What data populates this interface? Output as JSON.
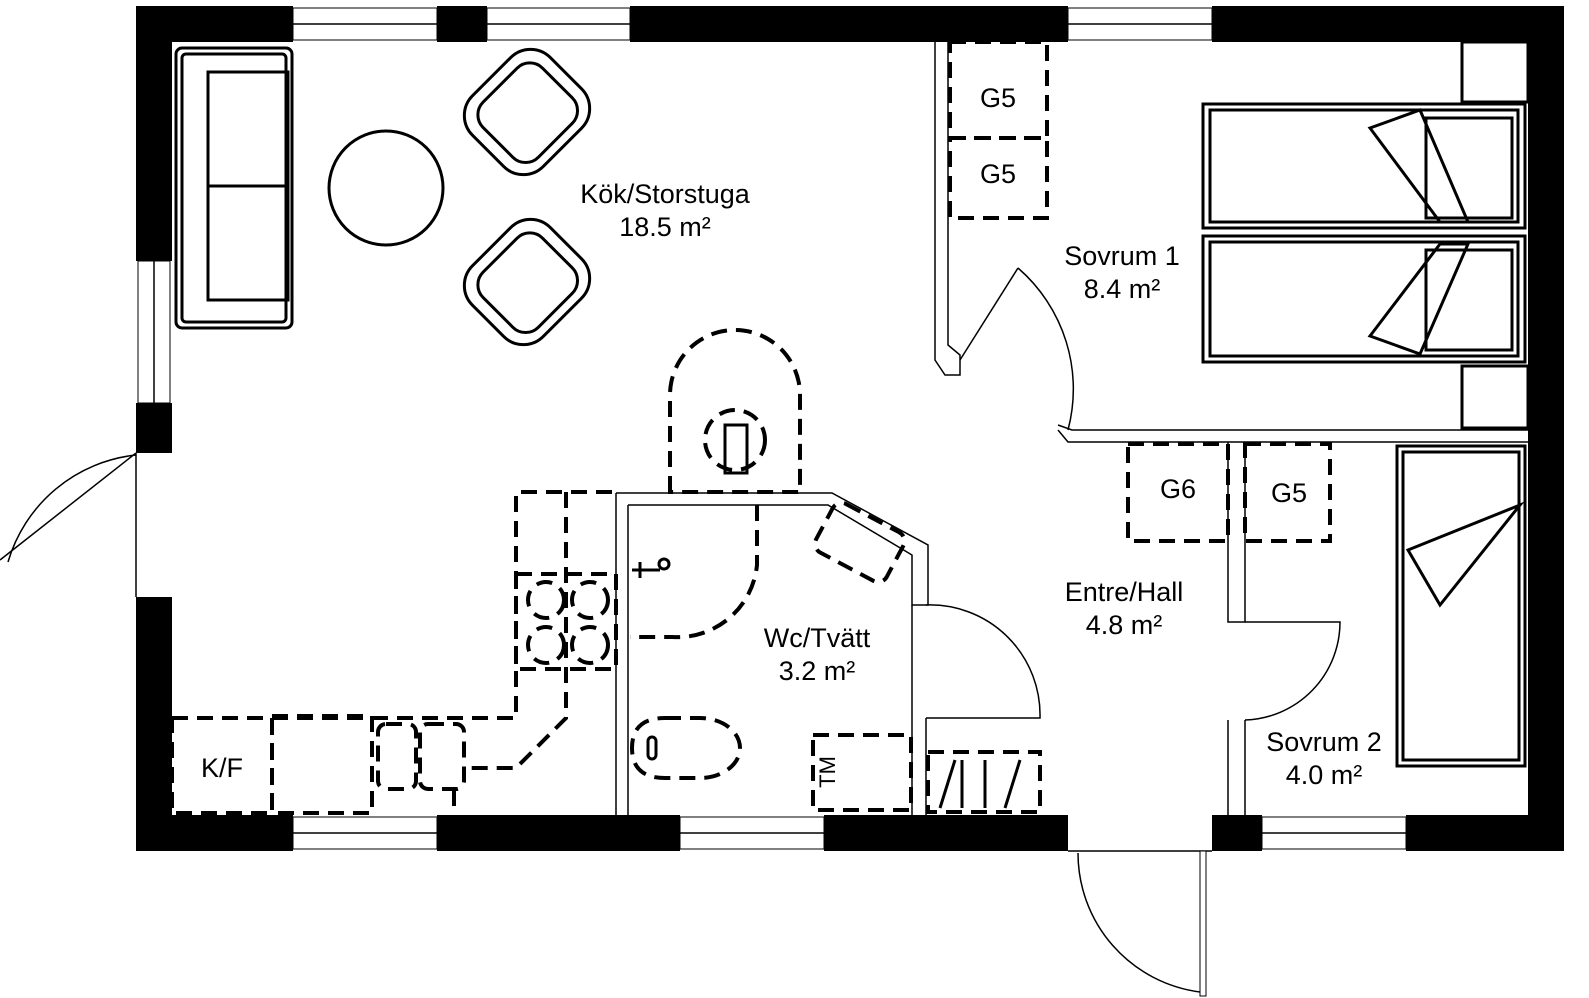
{
  "rooms": {
    "kitchen": {
      "name": "Kök/Storstuga",
      "area": "18.5 m²"
    },
    "bedroom1": {
      "name": "Sovrum 1",
      "area": "8.4 m²"
    },
    "wc": {
      "name": "Wc/Tvätt",
      "area": "3.2 m²"
    },
    "hall": {
      "name": "Entre/Hall",
      "area": "4.8 m²"
    },
    "bedroom2": {
      "name": "Sovrum 2",
      "area": "4.0 m²"
    }
  },
  "fixtures": {
    "g5": "G5",
    "g6": "G6",
    "kf": "K/F",
    "tm": "TM"
  }
}
